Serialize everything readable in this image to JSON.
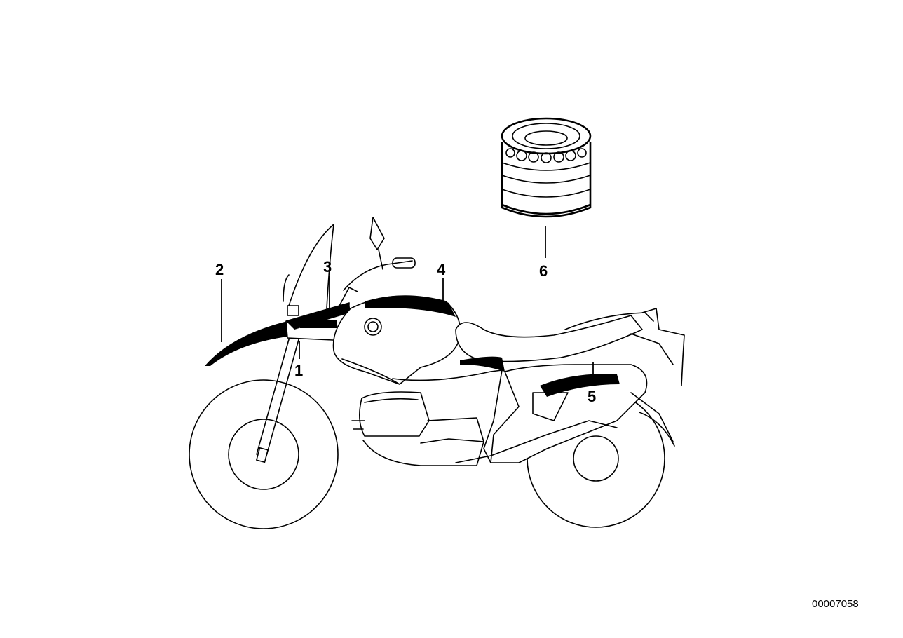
{
  "callouts": [
    {
      "id": "1",
      "label": "1"
    },
    {
      "id": "2",
      "label": "2"
    },
    {
      "id": "3",
      "label": "3"
    },
    {
      "id": "4",
      "label": "4"
    },
    {
      "id": "5",
      "label": "5"
    },
    {
      "id": "6",
      "label": "6"
    }
  ],
  "reference_number": "00007058"
}
